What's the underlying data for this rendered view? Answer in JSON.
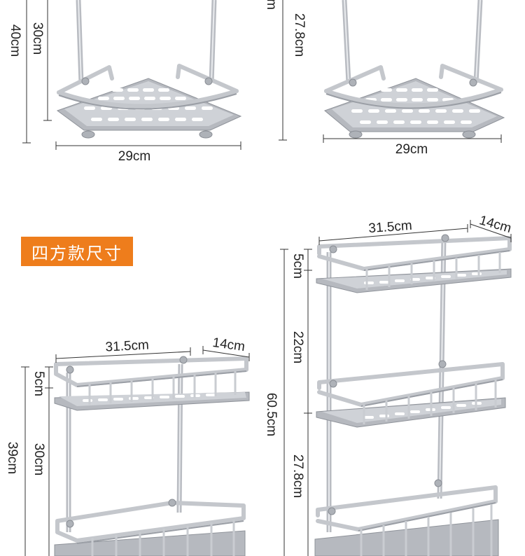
{
  "section_badge": "四方款尺寸",
  "corner_two_tier": {
    "height_total": "40cm",
    "height_shelf": "30cm",
    "width": "29cm"
  },
  "corner_three_tier": {
    "height_partial": "m",
    "height_shelf": "27.8cm",
    "width": "29cm"
  },
  "square_two_tier": {
    "width": "31.5cm",
    "depth": "14cm",
    "rail_height": "5cm",
    "height_shelf": "30cm",
    "height_total": "39cm"
  },
  "square_three_tier": {
    "width": "31.5cm",
    "depth": "14cm",
    "rail_height": "5cm",
    "gap_upper": "22cm",
    "height_total": "60.5cm",
    "gap_lower": "27.8cm"
  }
}
